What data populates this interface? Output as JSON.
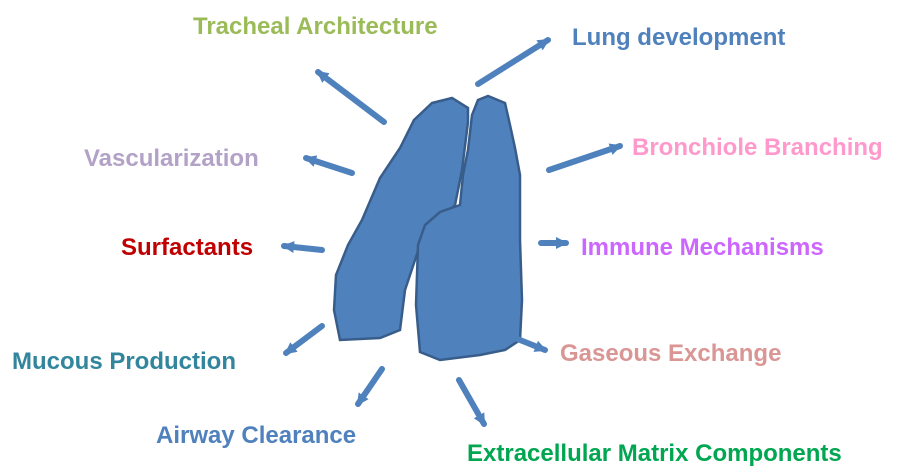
{
  "diagram": {
    "center": {
      "name": "lungs",
      "fill": "#4F81BD",
      "stroke": "#385D8A"
    },
    "arrow_color": "#4F81BD",
    "labels": [
      {
        "key": "tracheal",
        "text": "Tracheal Architecture",
        "color": "#9BBB59"
      },
      {
        "key": "lung_dev",
        "text": "Lung development",
        "color": "#4F81BD"
      },
      {
        "key": "bronchiole",
        "text": "Bronchiole Branching",
        "color": "#FF99CC"
      },
      {
        "key": "immune",
        "text": "Immune Mechanisms",
        "color": "#CC66FF"
      },
      {
        "key": "gaseous",
        "text": "Gaseous Exchange",
        "color": "#D99694"
      },
      {
        "key": "ecm",
        "text": "Extracellular Matrix Components",
        "color": "#00A650"
      },
      {
        "key": "airway",
        "text": "Airway Clearance",
        "color": "#4F81BD"
      },
      {
        "key": "mucous",
        "text": "Mucous Production",
        "color": "#31859C"
      },
      {
        "key": "surfactants",
        "text": "Surfactants",
        "color": "#C00000"
      },
      {
        "key": "vascular",
        "text": "Vascularization",
        "color": "#B3A2C7"
      }
    ]
  }
}
